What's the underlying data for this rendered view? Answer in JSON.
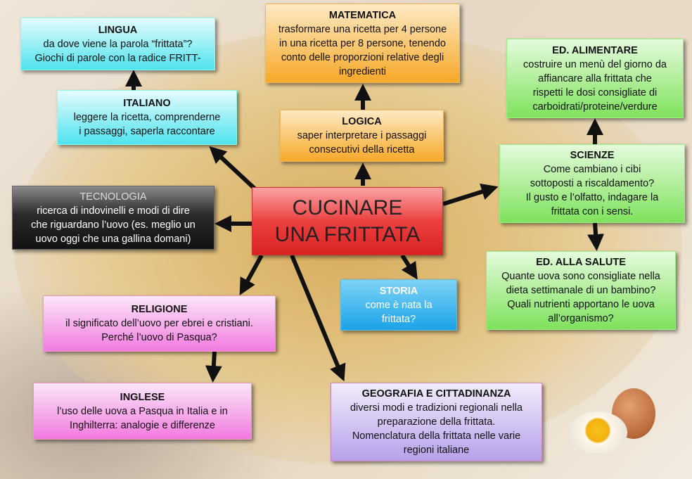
{
  "center": {
    "line1": "CUCINARE",
    "line2": "UNA FRITTATA"
  },
  "nodes": {
    "lingua": {
      "title": "LINGUA",
      "lines": [
        "da dove viene la parola “frittata”?",
        "Giochi di parole con la radice FRITT-"
      ]
    },
    "italiano": {
      "title": "ITALIANO",
      "lines": [
        "leggere la ricetta, comprenderne",
        "i passaggi, saperla raccontare"
      ]
    },
    "matematica": {
      "title": "MATEMATICA",
      "lines": [
        "trasformare una ricetta per 4 persone",
        "in una ricetta per 8 persone, tenendo",
        "conto delle proporzioni relative degli",
        "ingredienti"
      ]
    },
    "logica": {
      "title": "LOGICA",
      "lines": [
        "saper interpretare i passaggi",
        "consecutivi della ricetta"
      ]
    },
    "ed_alimentare": {
      "title": "ED. ALIMENTARE",
      "lines": [
        "costruire un menù del giorno da",
        "affiancare alla frittata che",
        "rispetti le dosi consigliate di",
        "carboidrati/proteine/verdure"
      ]
    },
    "scienze": {
      "title": "SCIENZE",
      "lines": [
        "Come cambiano i cibi",
        "sottoposti a riscaldamento?",
        "Il gusto e l’olfatto, indagare la",
        "frittata con i sensi."
      ]
    },
    "ed_salute": {
      "title": "ED. ALLA SALUTE",
      "lines": [
        "Quante uova sono consigliate nella",
        "dieta settimanale di un bambino?",
        "Quali nutrienti apportano le uova",
        "all’organismo?"
      ]
    },
    "tecnologia": {
      "title": "TECNOLOGIA",
      "lines": [
        "ricerca di indovinelli e modi di dire",
        "che riguardano l’uovo (es. meglio un",
        "uovo oggi che una gallina domani)"
      ]
    },
    "storia": {
      "title": "STORIA",
      "lines": [
        "come è nata la",
        "frittata?"
      ]
    },
    "religione": {
      "title": "RELIGIONE",
      "lines": [
        "il significato dell’uovo per ebrei e cristiani.",
        "Perché l’uovo di Pasqua?"
      ]
    },
    "inglese": {
      "title": "INGLESE",
      "lines": [
        "l’uso delle uova a Pasqua in Italia e in",
        "Inghilterra: analogie e differenze"
      ]
    },
    "geografia": {
      "title": "GEOGRAFIA E CITTADINANZA",
      "lines": [
        "diversi modi e tradizioni regionali nella",
        "preparazione della frittata.",
        "Nomenclatura della frittata nelle varie",
        "regioni italiane"
      ]
    }
  },
  "colors": {
    "cyan": "#4fe3ee",
    "orange": "#f7a928",
    "green": "#7fe25c",
    "pink": "#f27be0",
    "lavender": "#b6a0ea",
    "dark": "#2a2a2a",
    "blue": "#1aa3e8",
    "red": "#ec4040"
  }
}
